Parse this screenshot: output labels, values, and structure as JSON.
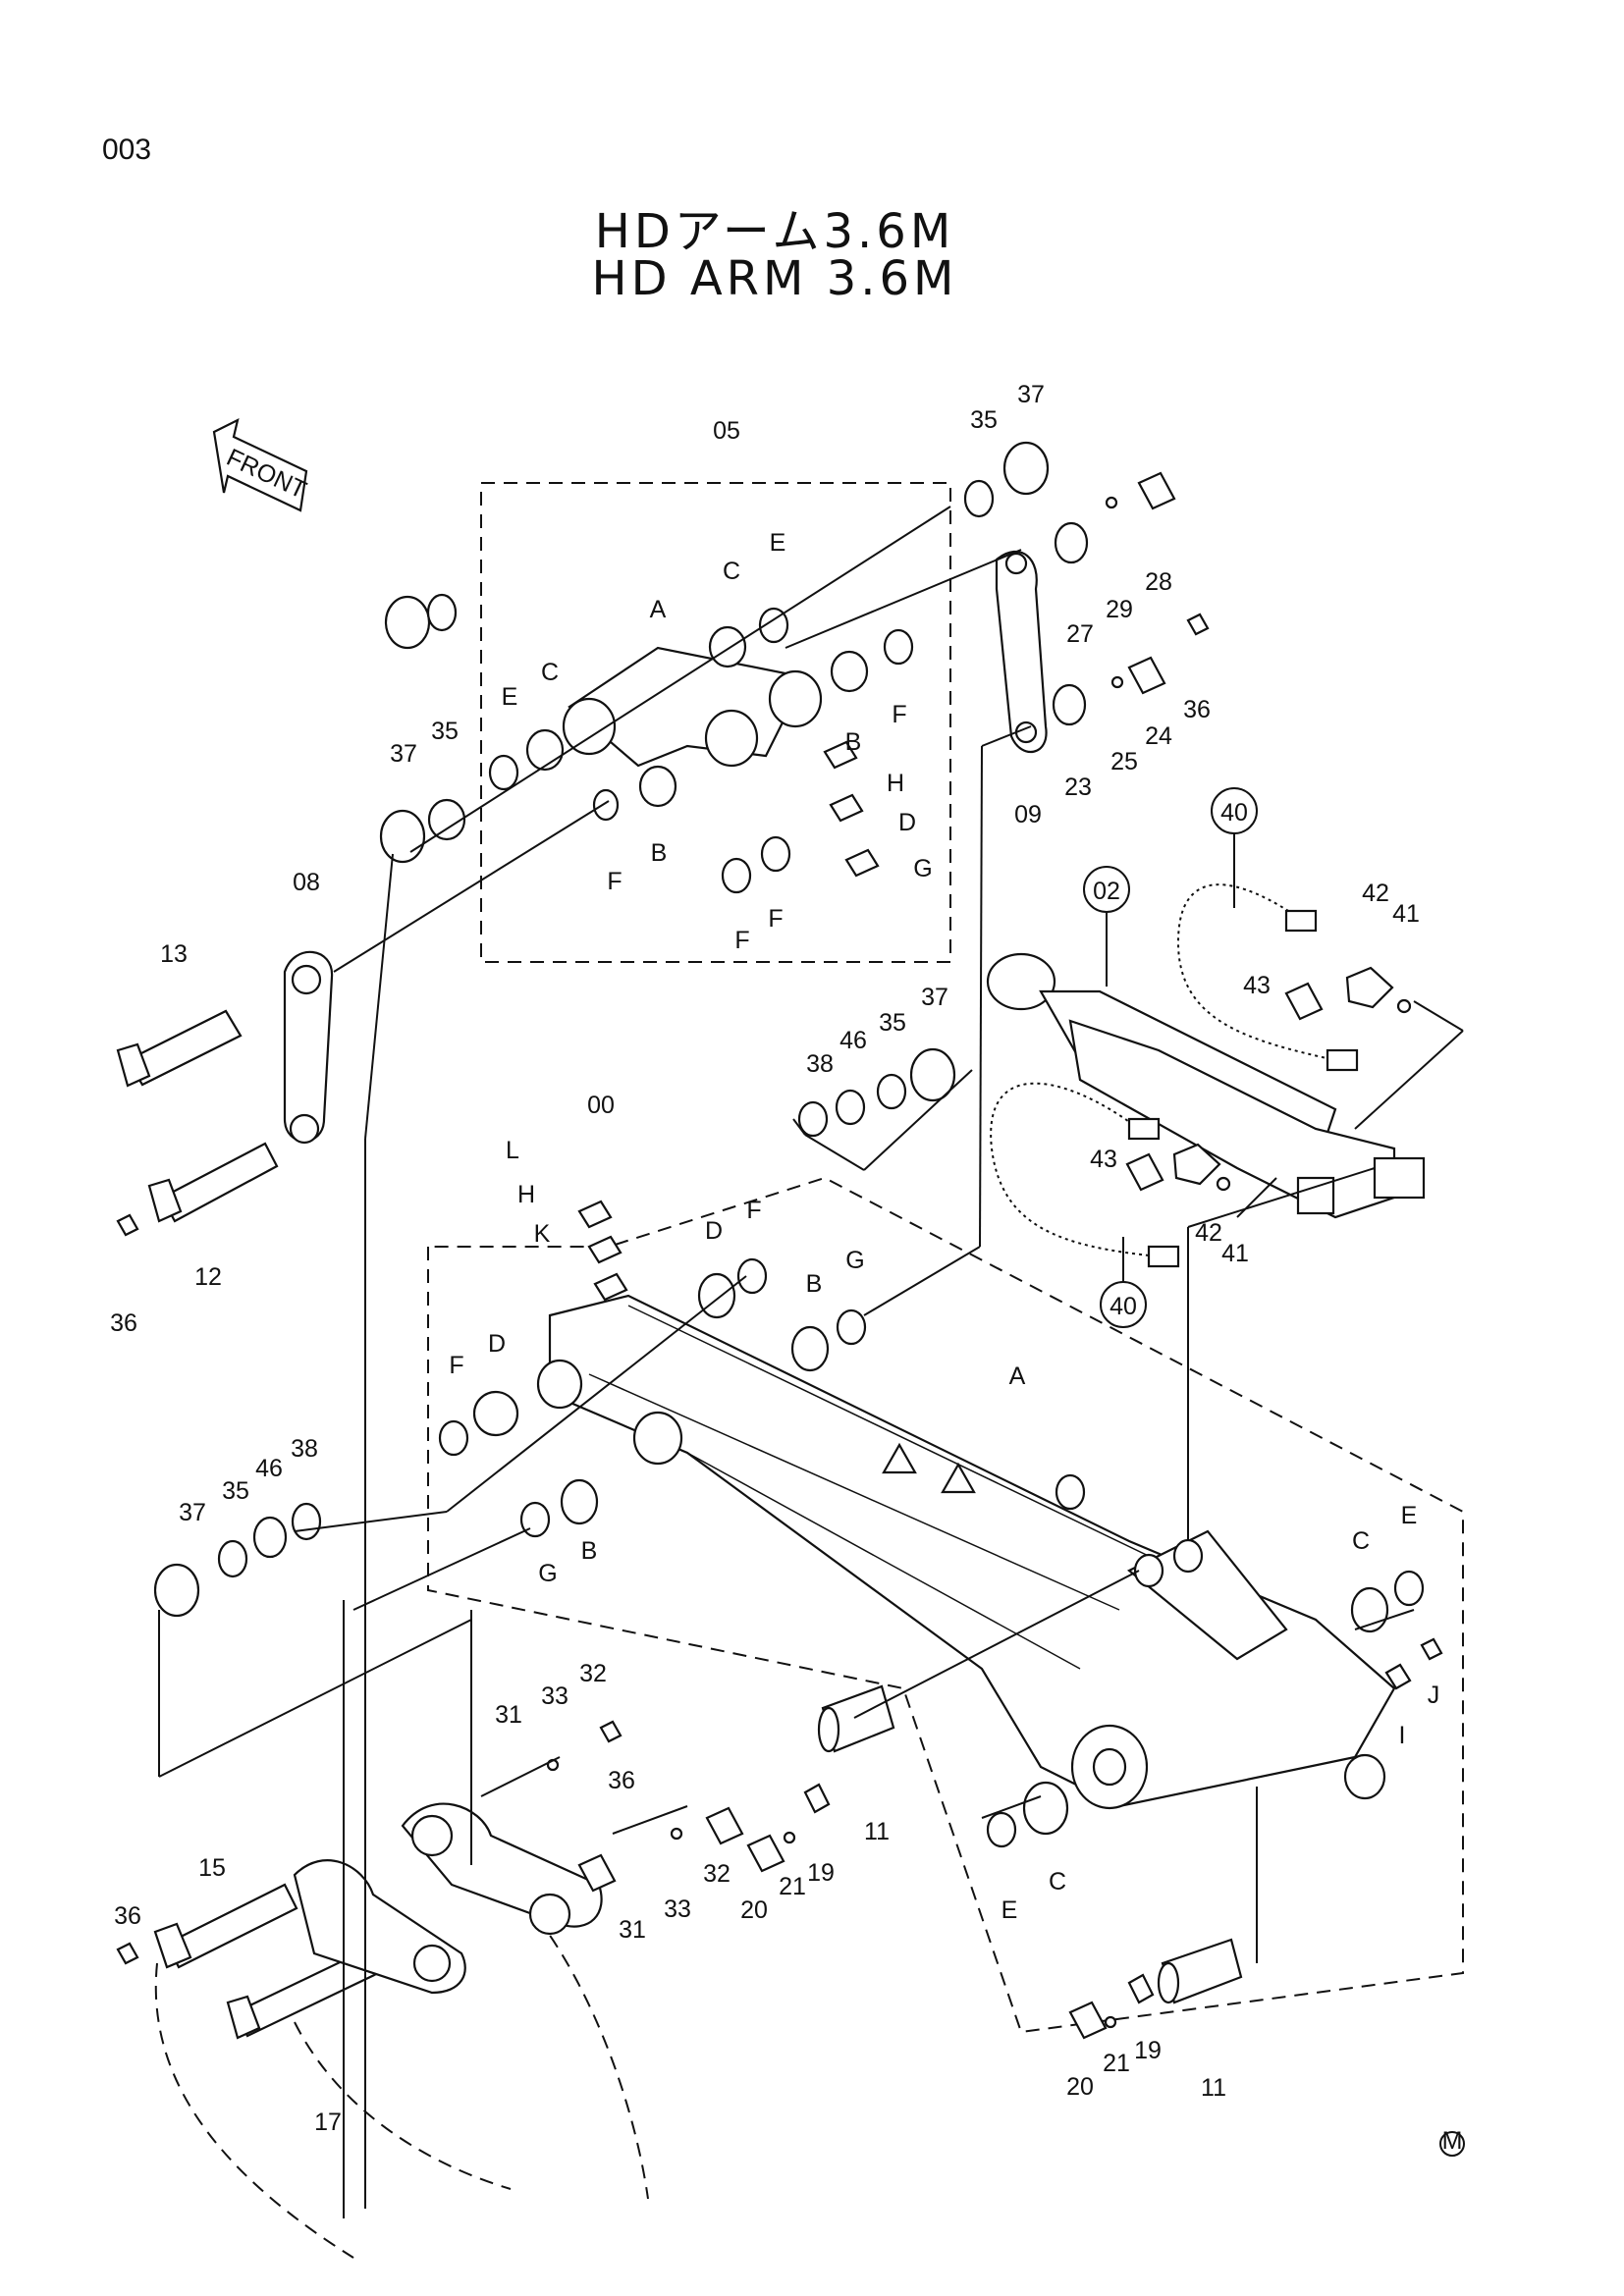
{
  "page": {
    "number": "003",
    "corner_mark": "M"
  },
  "title": {
    "japanese": "HDアーム3.6M",
    "english": "HD ARM 3.6M"
  },
  "front_arrow": {
    "label": "FRONT"
  },
  "callouts": {
    "c05": "05",
    "c00": "00",
    "c02": "02",
    "c40a": "40",
    "c40b": "40",
    "c35a": "35",
    "c37a": "37",
    "c28": "28",
    "c29": "29",
    "c27": "27",
    "c36a": "36",
    "c24": "24",
    "c25": "25",
    "c23": "23",
    "c09": "09",
    "cA1": "A",
    "cC1": "C",
    "cE1": "E",
    "cC2": "C",
    "cE2": "E",
    "cB1": "B",
    "cF1": "F",
    "cH1": "H",
    "cD1": "D",
    "cG1": "G",
    "cB2": "B",
    "cF2": "F",
    "cF3": "F",
    "cF4": "F",
    "c37b": "37",
    "c35b": "35",
    "c08": "08",
    "c13": "13",
    "c12": "12",
    "c36b": "36",
    "c42a": "42",
    "c41a": "41",
    "c43a": "43",
    "c43b": "43",
    "c42b": "42",
    "c41b": "41",
    "c38a": "38",
    "c46a": "46",
    "c35c": "35",
    "c37c": "37",
    "cL": "L",
    "cH2": "H",
    "cK": "K",
    "cD2": "D",
    "cF5": "F",
    "cB3": "B",
    "cG2": "G",
    "cA2": "A",
    "cF6": "F",
    "cD3": "D",
    "c37d": "37",
    "c35d": "35",
    "c46b": "46",
    "c38b": "38",
    "cG3": "G",
    "cB4": "B",
    "cC3": "C",
    "cE3": "E",
    "cJ": "J",
    "cI": "I",
    "c31a": "31",
    "c33a": "33",
    "c32a": "32",
    "c36c": "36",
    "c11a": "11",
    "c31b": "31",
    "c33b": "33",
    "c32b": "32",
    "c20a": "20",
    "c21a": "21",
    "c19a": "19",
    "cE4": "E",
    "cC4": "C",
    "c15": "15",
    "c36d": "36",
    "c17": "17",
    "c20b": "20",
    "c21b": "21",
    "c19b": "19",
    "c11b": "11"
  }
}
